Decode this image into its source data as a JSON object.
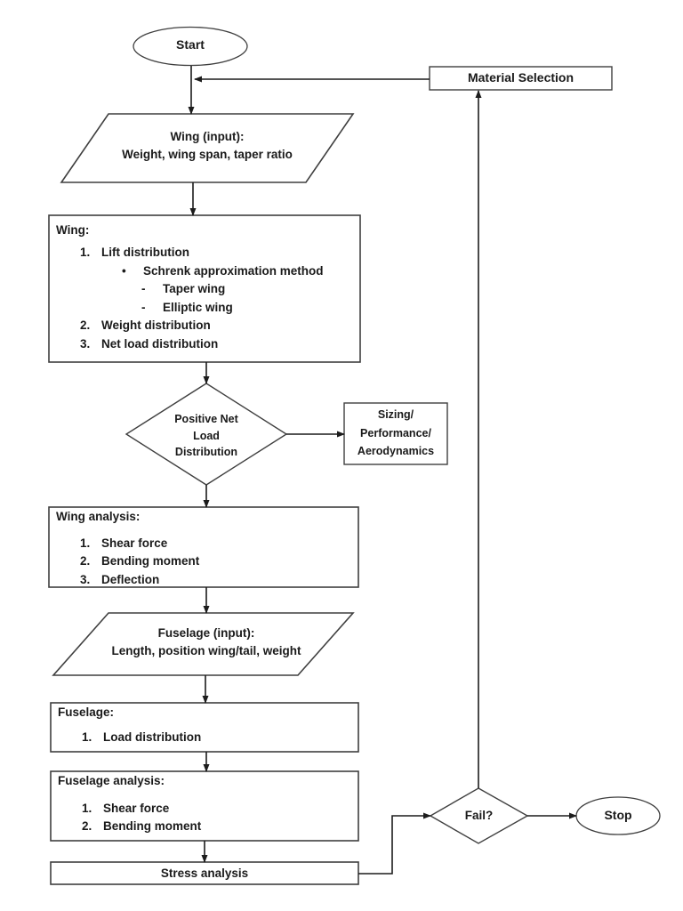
{
  "colors": {
    "background": "#ffffff",
    "shape_stroke": "#3f3f3f",
    "connector": "#1c1c1c",
    "text": "#1a1a1a"
  },
  "nodes": {
    "start": {
      "label": "Start"
    },
    "material_selection": {
      "label": "Material Selection"
    },
    "wing_input": {
      "line1": "Wing (input):",
      "line2": "Weight, wing span, taper ratio"
    },
    "wing": {
      "title": "Wing:",
      "items": [
        {
          "marker": "1.",
          "text": "Lift distribution"
        },
        {
          "marker": "•",
          "text": "Schrenk approximation method"
        },
        {
          "marker": "-",
          "text": "Taper wing"
        },
        {
          "marker": "-",
          "text": "Elliptic wing"
        },
        {
          "marker": "2.",
          "text": "Weight distribution"
        },
        {
          "marker": "3.",
          "text": "Net load distribution"
        }
      ]
    },
    "positive_net_load": {
      "line1": "Positive Net",
      "line2": "Load",
      "line3": "Distribution"
    },
    "sizing": {
      "line1": "Sizing/",
      "line2": "Performance/",
      "line3": "Aerodynamics"
    },
    "wing_analysis": {
      "title": "Wing analysis:",
      "items": [
        {
          "marker": "1.",
          "text": "Shear force"
        },
        {
          "marker": "2.",
          "text": "Bending moment"
        },
        {
          "marker": "3.",
          "text": "Deflection"
        }
      ]
    },
    "fuselage_input": {
      "line1": "Fuselage (input):",
      "line2": "Length, position wing/tail, weight"
    },
    "fuselage": {
      "title": "Fuselage:",
      "items": [
        {
          "marker": "1.",
          "text": "Load distribution"
        }
      ]
    },
    "fuselage_analysis": {
      "title": "Fuselage analysis:",
      "items": [
        {
          "marker": "1.",
          "text": "Shear force"
        },
        {
          "marker": "2.",
          "text": "Bending moment"
        }
      ]
    },
    "stress_analysis": {
      "label": "Stress analysis"
    },
    "fail": {
      "label": "Fail?"
    },
    "stop": {
      "label": "Stop"
    }
  }
}
